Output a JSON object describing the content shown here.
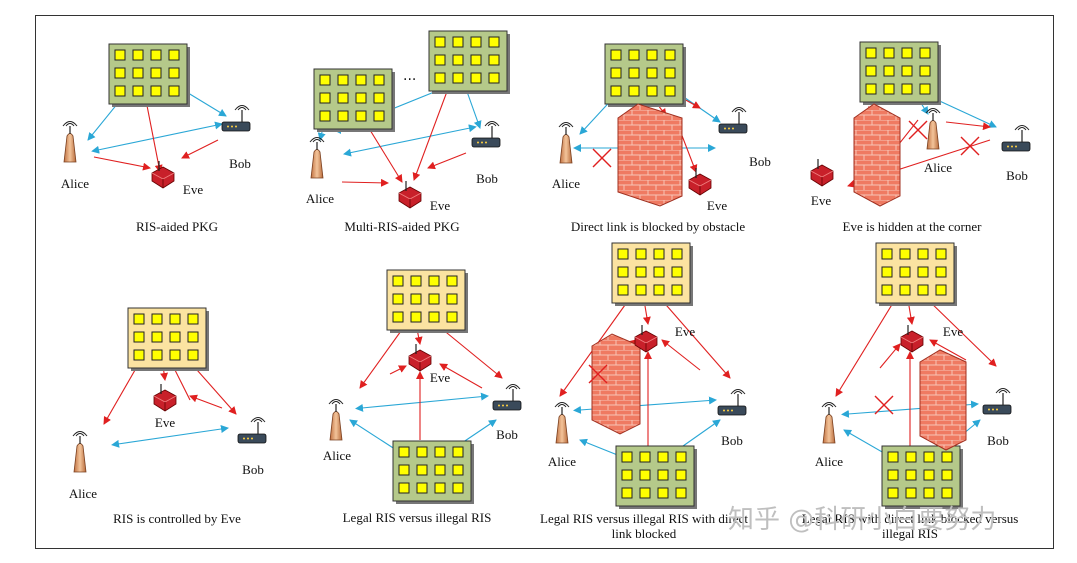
{
  "panels": [
    {
      "caption": [
        "RIS-aided PKG"
      ],
      "labels": {
        "alice": "Alice",
        "bob": "Bob",
        "eve": "Eve"
      }
    },
    {
      "caption": [
        "Multi-RIS-aided PKG"
      ],
      "labels": {
        "alice": "Alice",
        "bob": "Bob",
        "eve": "Eve"
      },
      "ellipsis": "..."
    },
    {
      "caption": [
        "Direct link is blocked by obstacle"
      ],
      "labels": {
        "alice": "Alice",
        "bob": "Bob",
        "eve": "Eve"
      }
    },
    {
      "caption": [
        "Eve is hidden at the corner"
      ],
      "labels": {
        "alice": "Alice",
        "bob": "Bob",
        "eve": "Eve"
      }
    },
    {
      "caption": [
        "RIS is controlled by Eve"
      ],
      "labels": {
        "alice": "Alice",
        "bob": "Bob",
        "eve": "Eve"
      }
    },
    {
      "caption": [
        "Legal RIS versus illegal RIS"
      ],
      "labels": {
        "alice": "Alice",
        "bob": "Bob",
        "eve": "Eve"
      }
    },
    {
      "caption": [
        "Legal RIS versus illegal RIS with direct",
        "link blocked"
      ],
      "labels": {
        "alice": "Alice",
        "bob": "Bob",
        "eve": "Eve"
      }
    },
    {
      "caption": [
        "Legal RIS with direct link blocked versus",
        "illegal RIS"
      ],
      "labels": {
        "alice": "Alice",
        "bob": "Bob",
        "eve": "Eve"
      }
    }
  ],
  "watermark": "知乎 @科研小白要努力",
  "colors": {
    "legal_ris": "#b5c98a",
    "illegal_ris": "#fbe3a1",
    "cell": "#ffff00",
    "red": "#e02020",
    "blue": "#2aa7d6",
    "wall": "#e8604c",
    "eve": "#c8202a",
    "alice": "#e0a070"
  }
}
